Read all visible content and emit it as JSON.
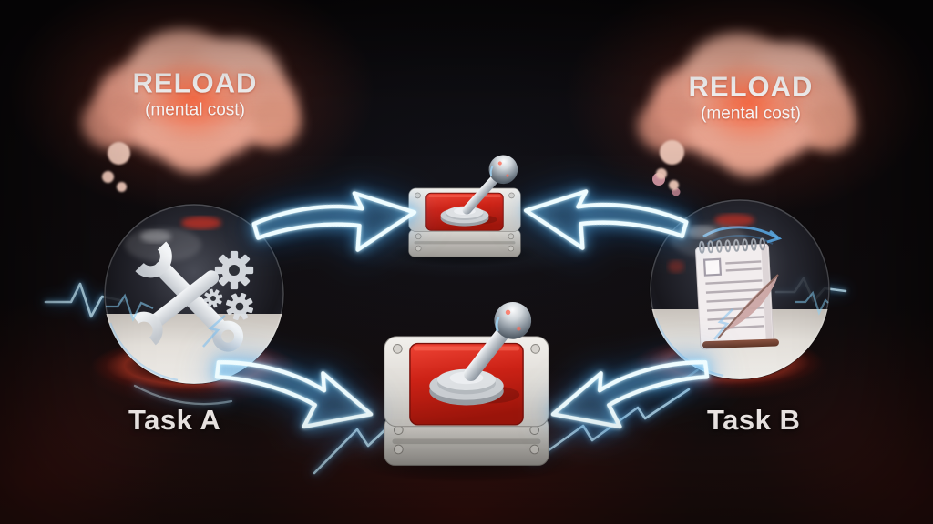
{
  "clouds": {
    "left": {
      "title": "RELOAD",
      "subtitle": "(mental cost)"
    },
    "right": {
      "title": "RELOAD",
      "subtitle": "(mental cost)"
    }
  },
  "tasks": {
    "a": {
      "label": "Task A"
    },
    "b": {
      "label": "Task B"
    }
  },
  "icons": {
    "left_cloud": "thought-cloud-icon",
    "right_cloud": "thought-cloud-icon",
    "sphere_a": "wrench-and-gears-icon",
    "sphere_b": "notepad-and-quill-icon",
    "switch_top": "toggle-switch-icon",
    "switch_bottom": "toggle-switch-icon",
    "arrow_top_left": "curved-arrow-right-icon",
    "arrow_top_right": "curved-arrow-left-icon",
    "arrow_bottom_left": "curved-arrow-right-icon",
    "arrow_bottom_right": "curved-arrow-left-icon"
  },
  "colors": {
    "background": "#0c090b",
    "neon_core": "#e9fbff",
    "neon_glow": "#2f9de4",
    "cloud_body": "#ecab97",
    "cloud_core": "#ff5b38",
    "switch_red": "#c8231a",
    "switch_base": "#e6e3de",
    "sphere_frost": "#efece7",
    "label_text": "#f2ecea"
  }
}
